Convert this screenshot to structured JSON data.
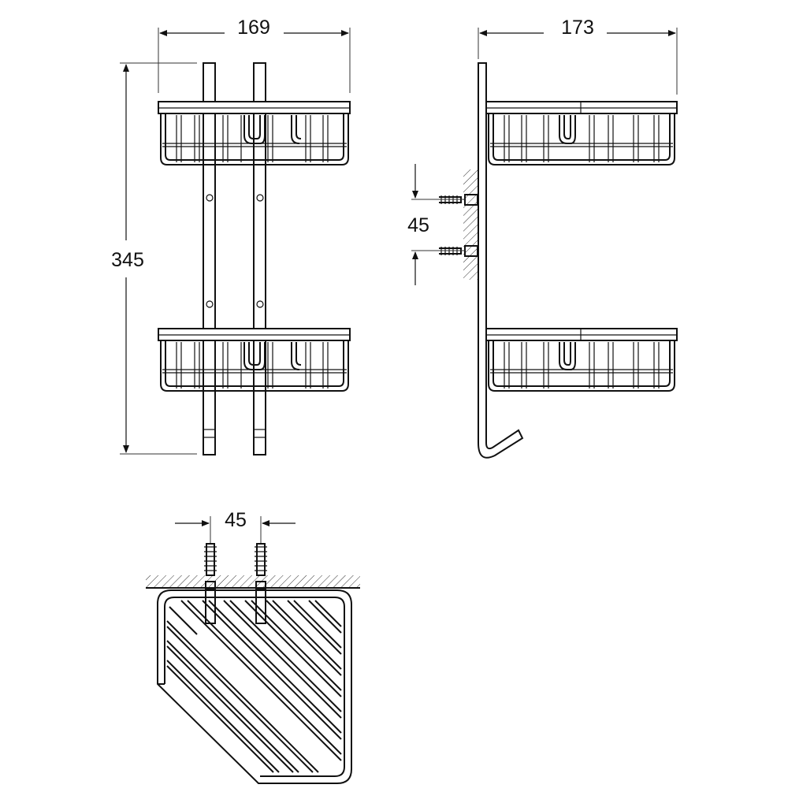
{
  "dimensions": {
    "front_width": "169",
    "side_depth": "173",
    "height": "345",
    "side_screw_spacing": "45",
    "top_screw_spacing": "45"
  }
}
